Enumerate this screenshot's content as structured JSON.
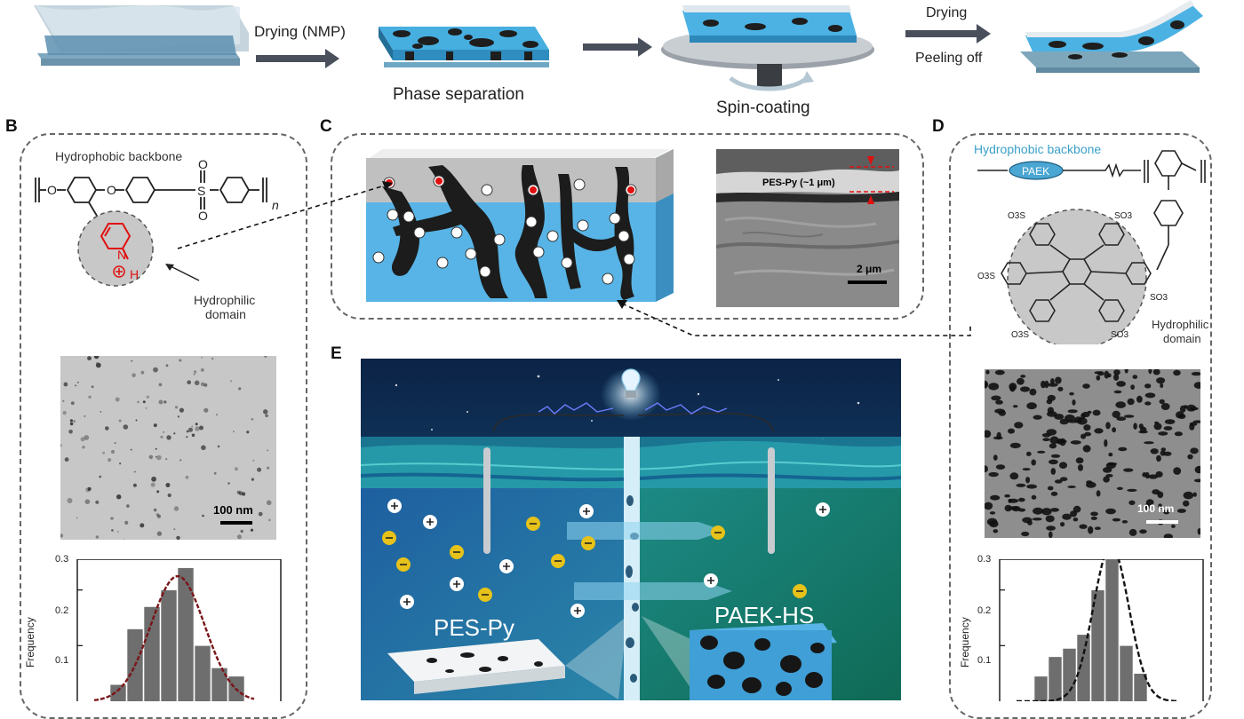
{
  "panel_a": {
    "step1_label": "Drying (NMP)",
    "step2_label": "Phase separation",
    "step3_label": "Spin-coating",
    "step4_label_top": "Drying",
    "step4_label_bottom": "Peeling off"
  },
  "panel_b": {
    "letter": "B",
    "backbone_label": "Hydrophobic backbone",
    "domain_label_1": "Hydrophilic",
    "domain_label_2": "domain",
    "repeat_n": "n",
    "nitrogen": "N",
    "hydrogen": "H",
    "oxygen": "O",
    "sulfur": "S",
    "scale_label": "100 nm",
    "histogram": {
      "ylabel": "Frequency",
      "ticks": [
        "0.3",
        "0.2",
        "0.1"
      ]
    }
  },
  "panel_c": {
    "letter": "C",
    "layer_label": "PES-Py  (~1 μm)",
    "scale_label": "2 μm"
  },
  "panel_d": {
    "letter": "D",
    "backbone_label": "Hydrophobic backbone",
    "paek_label": "PAEK",
    "domain_label_1": "Hydrophilic",
    "domain_label_2": "domain",
    "so3": "SO3",
    "o3s": "O3S",
    "scale_label": "100 nm",
    "histogram": {
      "ylabel": "Frequency",
      "ticks": [
        "0.3",
        "0.2",
        "0.1"
      ]
    }
  },
  "panel_e": {
    "letter": "E",
    "left_membrane": "PES-Py",
    "right_membrane": "PAEK-HS"
  },
  "chart_data": [
    {
      "type": "bar",
      "title": "",
      "xlabel": "",
      "ylabel": "Frequency",
      "ylim": [
        0,
        0.3
      ],
      "yticks": [
        0.1,
        0.2,
        0.3
      ],
      "values": [
        0.03,
        0.13,
        0.17,
        0.2,
        0.24,
        0.1,
        0.06,
        0.045
      ],
      "fit": "gaussian",
      "fit_peak": 0.225
    },
    {
      "type": "bar",
      "title": "",
      "xlabel": "",
      "ylabel": "Frequency",
      "ylim": [
        0,
        0.3
      ],
      "yticks": [
        0.1,
        0.2,
        0.3
      ],
      "values": [
        0.045,
        0.08,
        0.095,
        0.12,
        0.2,
        0.28,
        0.1,
        0.05
      ],
      "fit": "gaussian",
      "fit_peak": 0.28
    }
  ]
}
